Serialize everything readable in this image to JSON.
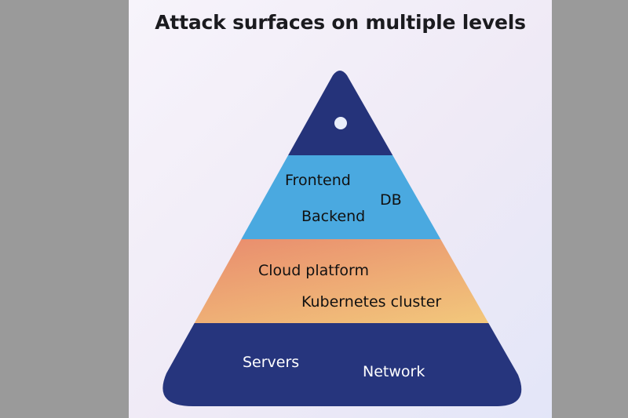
{
  "slide": {
    "title": "Attack surfaces on multiple levels"
  },
  "pyramid": {
    "levels": [
      {
        "name": "top",
        "labels": [],
        "color": "#25337a"
      },
      {
        "name": "application",
        "labels": [
          "Frontend",
          "DB",
          "Backend"
        ],
        "color": "#4aa9e0"
      },
      {
        "name": "infrastructure",
        "labels": [
          "Cloud platform",
          "Kubernetes cluster"
        ],
        "color_start": "#e8866c",
        "color_end": "#f3cd7d"
      },
      {
        "name": "base",
        "labels": [
          "Servers",
          "Network"
        ],
        "color": "#26357d"
      }
    ]
  },
  "colors": {
    "background_outer": "#9a9a9a",
    "slide_background": "#f2eef8",
    "dark_navy": "#25337a",
    "sky_blue": "#4aa9e0",
    "orange": "#e8866c",
    "gold": "#f3cd7d"
  }
}
